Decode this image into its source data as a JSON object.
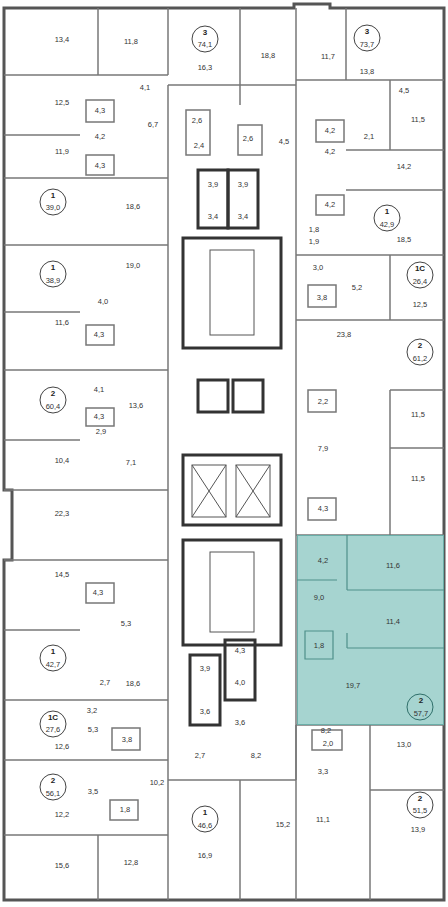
{
  "diagram": {
    "nodes": [
      {
        "text": [
          "4,2",
          "11,6",
          "9,0",
          "11,4",
          "1,8",
          "19,7",
          "2",
          "57,7"
        ]
      }
    ],
    "labels": [
      "13,4",
      "11,8",
      "3",
      "74,1",
      "16,3",
      "18,8",
      "11,7",
      "3",
      "73,7",
      "13,8",
      "4,1",
      "4,5",
      "12,5",
      "4,3",
      "6,7",
      "2,6",
      "4,2",
      "2,1",
      "11,5",
      "2,6",
      "4,5",
      "4,2",
      "2,4",
      "11,9",
      "4,2",
      "4,3",
      "14,2",
      "3,9",
      "3,9",
      "1",
      "39,0",
      "18,6",
      "4,2",
      "1,8",
      "1",
      "42,9",
      "3,4",
      "3,4",
      "18,5",
      "1,9",
      "1",
      "38,9",
      "19,0",
      "3,0",
      "1С",
      "26,4",
      "5,2",
      "3,8",
      "4,0",
      "12,5",
      "11,6",
      "4,3",
      "23,8",
      "2",
      "61,2",
      "4,1",
      "2",
      "60,4",
      "13,6",
      "2,2",
      "11,5",
      "4,3",
      "2,9",
      "7,9",
      "10,4",
      "7,1",
      "11,5",
      "4,3",
      "22,3",
      "14,5",
      "4,3",
      "5,3",
      "1",
      "42,7",
      "4,3",
      "3,9",
      "2,7",
      "18,6",
      "4,0",
      "3,2",
      "3,6",
      "8,2",
      "1С",
      "3,6",
      "27,6",
      "5,3",
      "2,0",
      "13,0",
      "3,8",
      "12,6",
      "2,7",
      "8,2",
      "3,3",
      "2",
      "10,2",
      "3,5",
      "56,1",
      "2",
      "1,8",
      "51,5",
      "1",
      "12,2",
      "11,1",
      "15,2",
      "46,6",
      "13,9",
      "16,9",
      "12,8",
      "15,6"
    ]
  }
}
